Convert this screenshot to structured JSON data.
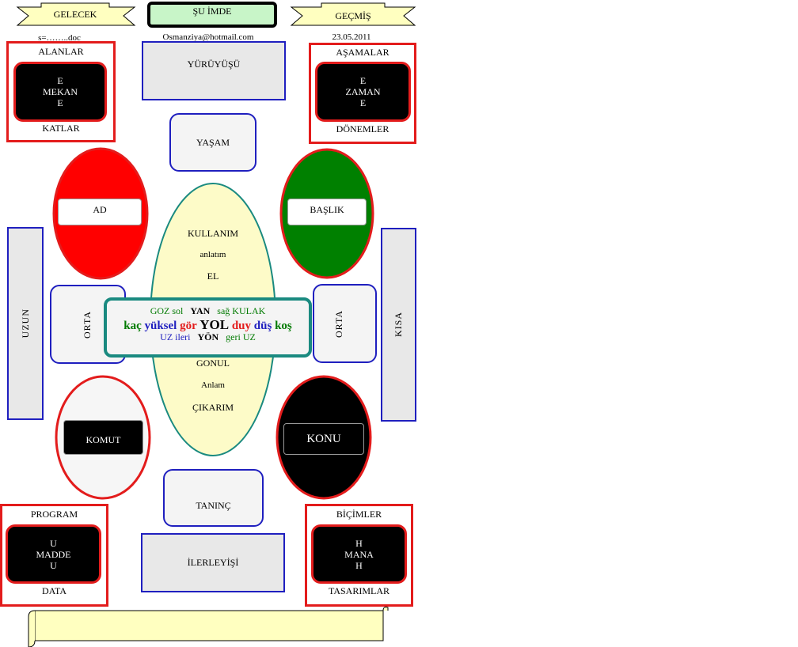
{
  "header": {
    "future_label": "GELECEK",
    "present_label": "ŞU İMDE",
    "past_label": "GEÇMİŞ",
    "filename": "s=……..doc",
    "email": "Osmanziya@hotmail.com",
    "date": "23.05.2011"
  },
  "corners": {
    "top_left": {
      "top": "ALANLAR",
      "lines": [
        "E",
        "MEKAN",
        "E"
      ],
      "bottom": "KATLAR"
    },
    "top_right": {
      "top": "AŞAMALAR",
      "lines": [
        "E",
        "ZAMAN",
        "E"
      ],
      "bottom": "DÖNEMLER"
    },
    "bottom_left": {
      "top": "PROGRAM",
      "lines": [
        "U",
        "MADDE",
        "U"
      ],
      "bottom": "DATA"
    },
    "bottom_right": {
      "top": "BİÇİMLER",
      "lines": [
        "H",
        "MANA",
        "H"
      ],
      "bottom": "TASARIMLAR"
    }
  },
  "top_box": "YÜRÜYÜŞÜ",
  "bottom_box": "İLERLEYİŞİ",
  "yasam": "YAŞAM",
  "taninc": "TANINÇ",
  "circles": {
    "ad": "AD",
    "baslik": "BAŞLIK",
    "komut": "KOMUT",
    "konu": "KONU"
  },
  "side": {
    "uzun": "UZUN",
    "kisa": "KISA",
    "orta_left": "ORTA",
    "orta_right": "ORTA"
  },
  "ellipse": {
    "upper": [
      "KULLANIM",
      "anlatım",
      "EL"
    ],
    "lower": [
      "GONUL",
      "Anlam",
      "ÇIKARIM"
    ]
  },
  "center": {
    "row1": {
      "a": "GOZ sol",
      "b": "YAN",
      "c": "sağ KULAK"
    },
    "row2": {
      "w1": "kaç",
      "w2": "yüksel",
      "w3": "gör",
      "w4": "YOL",
      "w5": "duy",
      "w6": "düş",
      "w7": "koş"
    },
    "row3": {
      "a": "UZ ileri",
      "b": "YÖN",
      "c": "geri UZ"
    }
  },
  "colors": {
    "red": "#e31c1c",
    "green": "#007a00",
    "blue": "#1f1fbf",
    "teal": "#1a8a80",
    "ellipse_fill": "#fdfbc8",
    "ribbon_fill": "#ffffc0",
    "present_fill": "#c8f5c8"
  }
}
